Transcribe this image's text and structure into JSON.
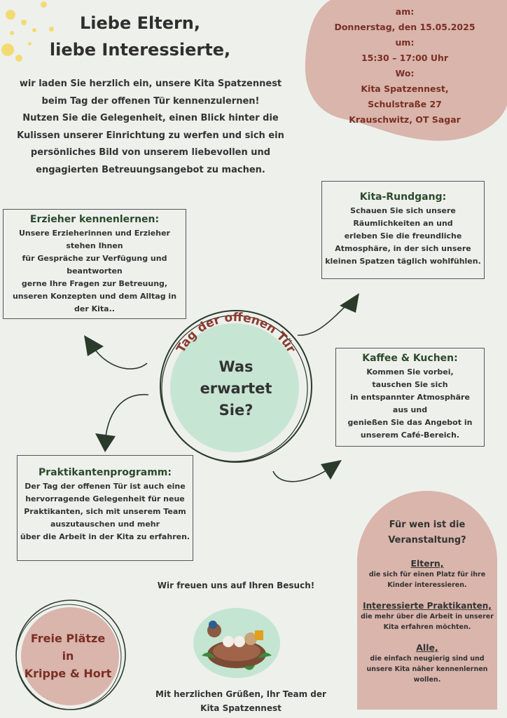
{
  "header": {
    "greeting_line1": "Liebe Eltern,",
    "greeting_line2": "liebe Interessierte,"
  },
  "intro": {
    "lines": [
      "wir laden Sie herzlich ein, unsere Kita Spatzennest",
      "beim Tag der offenen Tür kennenzulernen!",
      "Nutzen Sie die Gelegenheit, einen Blick hinter die",
      "Kulissen unserer Einrichtung zu werfen und sich ein",
      "persönliches Bild von unserem liebevollen und",
      "engagierten Betreuungsangebot zu machen."
    ]
  },
  "event_info": {
    "am_label": "am:",
    "date": "Donnerstag, den 15.05.2025",
    "um_label": "um:",
    "time": "15:30 – 17:00 Uhr",
    "wo_label": "Wo:",
    "place": "Kita Spatzennest,",
    "street": "Schulstraße 27",
    "town": "Krauschwitz, OT Sagar"
  },
  "center": {
    "arc_text": "Tag der offenen Tür",
    "question_line1": "Was",
    "question_line2": "erwartet",
    "question_line3": "Sie?"
  },
  "boxes": {
    "erzieher": {
      "title": "Erzieher kennenlernen:",
      "lines": [
        "Unsere Erzieherinnen und Erzieher",
        "stehen Ihnen",
        "für Gespräche zur Verfügung und",
        "beantworten",
        "gerne Ihre Fragen zur Betreuung,",
        "unseren Konzepten und dem Alltag in",
        "der Kita.."
      ]
    },
    "rundgang": {
      "title": "Kita-Rundgang:",
      "lines": [
        "Schauen Sie sich unsere",
        "Räumlichkeiten an und",
        "erleben Sie die freundliche",
        "Atmosphäre, in der sich unsere",
        "kleinen Spatzen täglich wohlfühlen."
      ]
    },
    "kaffee": {
      "title": "Kaffee & Kuchen:",
      "lines": [
        "Kommen Sie vorbei,",
        "tauschen Sie sich",
        "in entspannter Atmosphäre",
        "aus und",
        "genießen Sie das Angebot in",
        "unserem Café-Bereich."
      ]
    },
    "praktikanten": {
      "title": "Praktikantenprogramm:",
      "lines": [
        "Der Tag der offenen Tür ist auch eine",
        "hervorragende Gelegenheit für neue",
        "Praktikanten, sich mit unserem Team",
        "auszutauschen und mehr",
        "über die Arbeit in der Kita zu erfahren."
      ]
    }
  },
  "audience": {
    "title_line1": "Für wen ist die",
    "title_line2": "Veranstaltung?",
    "groups": [
      {
        "name": "Eltern,",
        "desc_line1": "die sich für einen Platz für ihre",
        "desc_line2": "Kinder interessieren."
      },
      {
        "name": "Interessierte Praktikanten,",
        "desc_line1": "die mehr über die Arbeit in unserer",
        "desc_line2": "Kita erfahren möchten."
      },
      {
        "name": "Alle,",
        "desc_line1": "die einfach neugierig sind und",
        "desc_line2": "unsere Kita näher kennenlernen",
        "desc_line3": "wollen."
      }
    ]
  },
  "free_places": {
    "line1": "Freie Plätze",
    "line2": "in",
    "line3": "Krippe & Hort"
  },
  "footer": {
    "welcome": "Wir freuen uns auf Ihren Besuch!",
    "greeting_line1": "Mit herzlichen Grüßen, Ihr Team der",
    "greeting_line2": "Kita Spatzennest"
  },
  "colors": {
    "background": "#eef0ec",
    "pink": "#d9b5ac",
    "dark_red": "#8b3a2e",
    "dark_green": "#2c4a2c",
    "mint": "#bfe3cf"
  },
  "icons": [
    "sun-dots",
    "curved-arrow-icon",
    "sparrow-nest-logo"
  ]
}
